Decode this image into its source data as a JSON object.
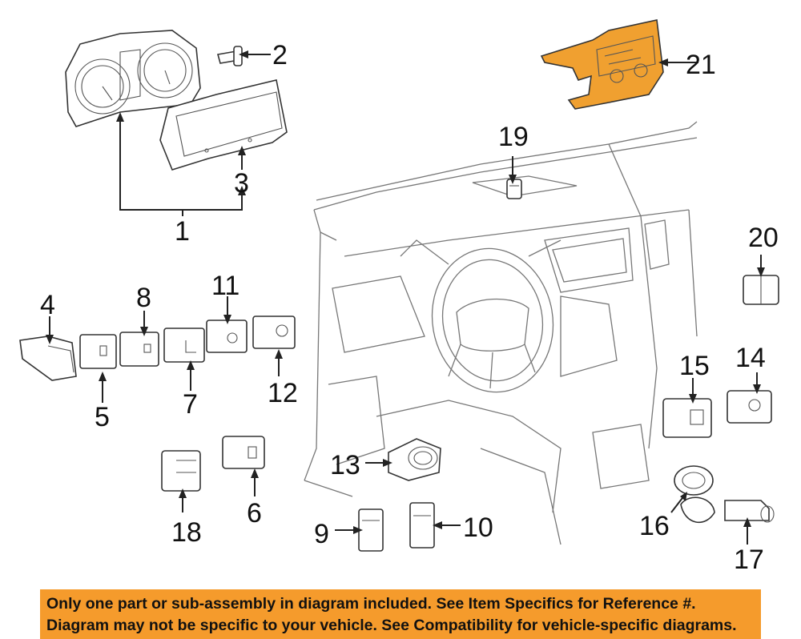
{
  "callouts": [
    {
      "id": "c1",
      "text": "1"
    },
    {
      "id": "c2",
      "text": "2"
    },
    {
      "id": "c3",
      "text": "3"
    },
    {
      "id": "c4",
      "text": "4"
    },
    {
      "id": "c5",
      "text": "5"
    },
    {
      "id": "c6",
      "text": "6"
    },
    {
      "id": "c7",
      "text": "7"
    },
    {
      "id": "c8",
      "text": "8"
    },
    {
      "id": "c9",
      "text": "9"
    },
    {
      "id": "c10",
      "text": "10"
    },
    {
      "id": "c11",
      "text": "11"
    },
    {
      "id": "c12",
      "text": "12"
    },
    {
      "id": "c13",
      "text": "13"
    },
    {
      "id": "c14",
      "text": "14"
    },
    {
      "id": "c15",
      "text": "15"
    },
    {
      "id": "c16",
      "text": "16"
    },
    {
      "id": "c17",
      "text": "17"
    },
    {
      "id": "c18",
      "text": "18"
    },
    {
      "id": "c19",
      "text": "19"
    },
    {
      "id": "c20",
      "text": "20"
    },
    {
      "id": "c21",
      "text": "21"
    }
  ],
  "highlight_color": "#f0a030",
  "banner": {
    "line1": "Only one part or sub-assembly in diagram included. See Item Specifics for Reference #.",
    "line2": "Diagram may not be specific to your vehicle. See Compatibility for vehicle-specific diagrams.",
    "color": "#f59b2c"
  }
}
